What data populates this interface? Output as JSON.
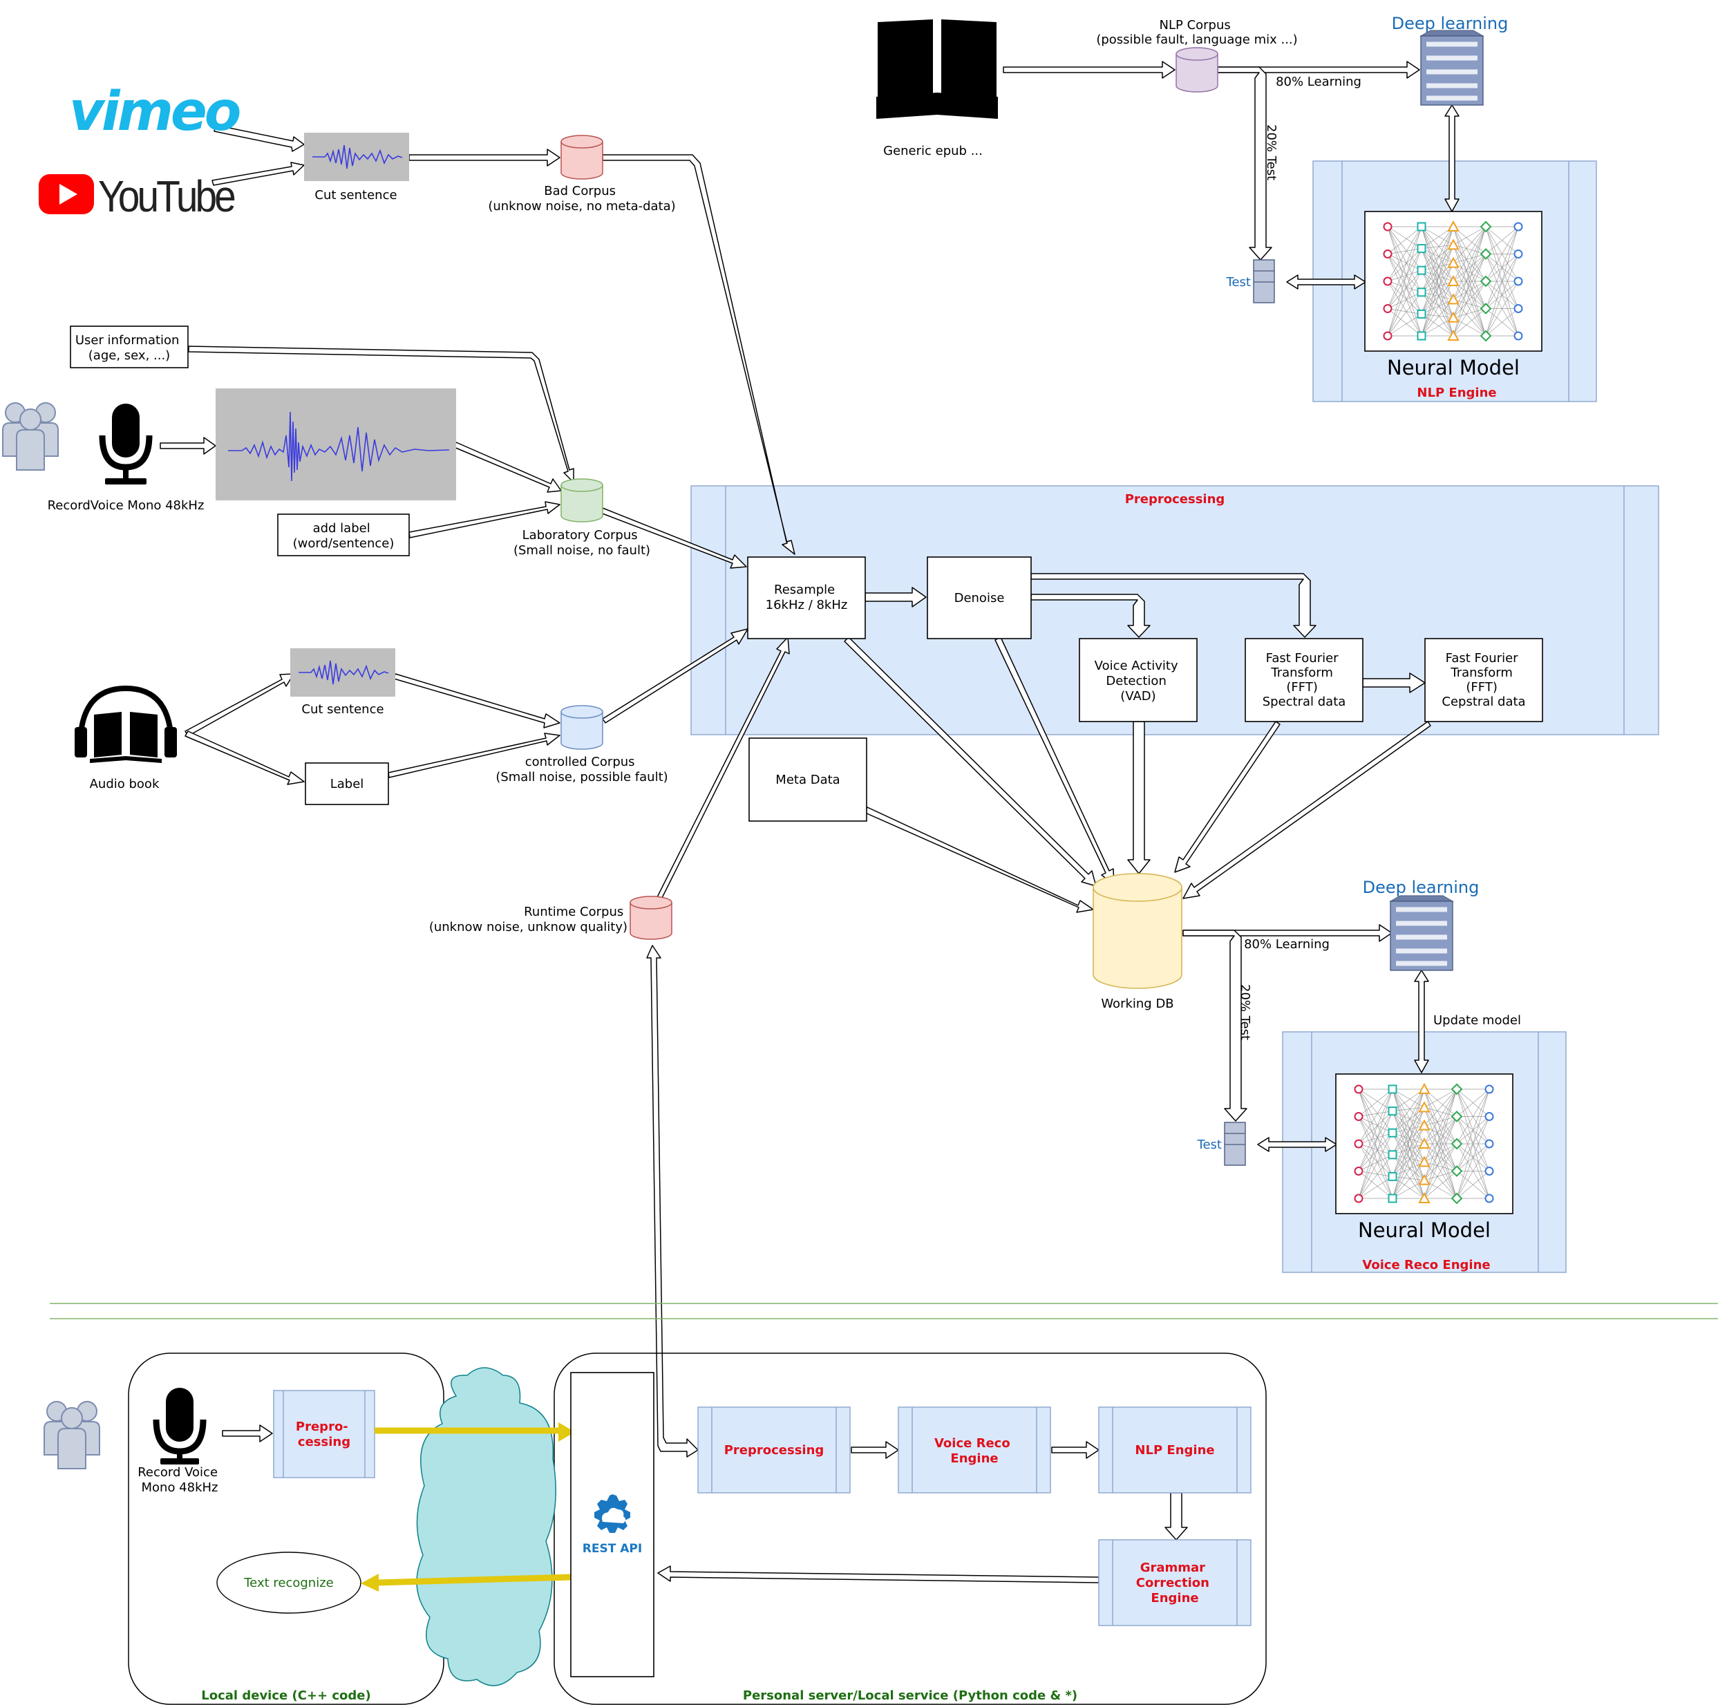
{
  "sources": {
    "vimeo": "vimeo",
    "youtube": "YouTube",
    "cut_sentence_top": "Cut sentence",
    "cut_sentence_mid": "Cut sentence",
    "user_info": [
      "User information",
      "(age, sex, ...)"
    ],
    "record_voice": "RecordVoice Mono 48kHz",
    "add_label": [
      "add label",
      "(word/sentence)"
    ],
    "audio_book": "Audio book",
    "label": "Label",
    "generic_epub": "Generic epub ..."
  },
  "corpora": {
    "bad": [
      "Bad Corpus",
      "(unknow noise, no meta-data)"
    ],
    "laboratory": [
      "Laboratory Corpus",
      "(Small noise, no fault)"
    ],
    "controlled": [
      "controlled Corpus",
      "(Small noise, possible fault)"
    ],
    "runtime": [
      "Runtime Corpus",
      "(unknow noise, unknow quality)"
    ],
    "nlp": [
      "NLP Corpus",
      "(possible fault, language mix ...)"
    ]
  },
  "preprocessing": {
    "title": "Preprocessing",
    "resample": [
      "Resample",
      "16kHz / 8kHz"
    ],
    "denoise": "Denoise",
    "vad": [
      "Voice Activity",
      "Detection",
      "(VAD)"
    ],
    "fft_spectral": [
      "Fast Fourier",
      "Transform",
      "(FFT)",
      "Spectral data"
    ],
    "fft_cepstral": [
      "Fast Fourier",
      "Transform",
      "(FFT)",
      "Cepstral data"
    ]
  },
  "meta_data": "Meta Data",
  "working_db": "Working DB",
  "nlp_engine": {
    "deep_learning": "Deep learning",
    "learning": "80% Learning",
    "test_split": "20% Test",
    "test": "Test",
    "neural_model": "Neural Model",
    "engine": "NLP Engine"
  },
  "voice_engine": {
    "deep_learning": "Deep learning",
    "learning": "80% Learning",
    "test_split": "20% Test",
    "test": "Test",
    "update_model": "Update model",
    "neural_model": "Neural Model",
    "engine": "Voice Reco Engine"
  },
  "runtime": {
    "local_device": "Local device (C++ code)",
    "personal_server": "Personal server/Local service (Python code & *)",
    "record_voice": [
      "Record Voice",
      "Mono 48kHz"
    ],
    "pre_processing": [
      "Prepro-",
      "cessing"
    ],
    "text_recognize": "Text recognize",
    "rest_api": "REST API",
    "preprocessing": "Preprocessing",
    "voice_reco": [
      "Voice Reco",
      "Engine"
    ],
    "nlp": "NLP Engine",
    "grammar": [
      "Grammar",
      "Correction",
      "Engine"
    ]
  },
  "colors": {
    "panel_blue": "#dae8fc",
    "engine_red": "#e0101a",
    "link_blue": "#1a6bb5",
    "local_green": "#1e6e12",
    "cloud": "#b0e3e6",
    "yellow_arrow": "#e2c80e"
  }
}
